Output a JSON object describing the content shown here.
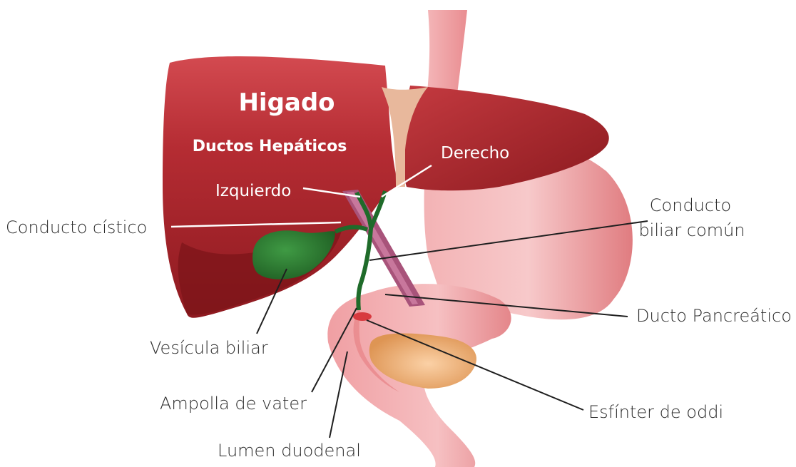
{
  "title": "Higado",
  "subtitle": "Ductos Hepáticos",
  "labels": {
    "derecho": "Derecho",
    "izquierdo": "Izquierdo",
    "conducto_cistico": "Conducto cístico",
    "conducto_biliar_comun_line1": "Conducto",
    "conducto_biliar_comun_line2": "biliar común",
    "ducto_pancreatico": "Ducto Pancreático",
    "vesicula_biliar": "Vesícula biliar",
    "ampolla_de_vater": "Ampolla de vater",
    "esfinter_de_oddi": "Esfínter de oddi",
    "lumen_duodenal": "Lumen duodenal"
  },
  "colors": {
    "liver": "#a8232a",
    "liver_highlight": "#d2464c",
    "liver_shadow": "#7a1418",
    "ligament": "#e7b59a",
    "stomach": "#eb8a8e",
    "stomach_light": "#f6c5c6",
    "pancreas": "#e9a064",
    "gallbladder": "#2e7a32",
    "bile_duct": "#1f6b2a",
    "pancreatic_duct": "#a0476e"
  }
}
